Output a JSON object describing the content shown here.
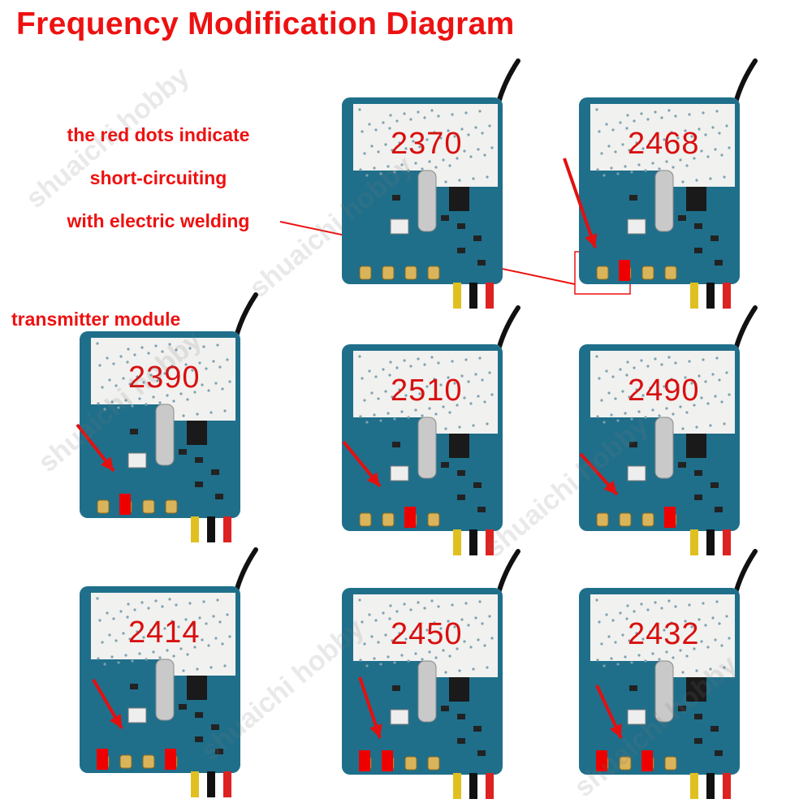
{
  "title": "Frequency Modification Diagram",
  "note": {
    "line1": "the red dots indicate",
    "line2": "short-circuiting",
    "line3": "with electric welding"
  },
  "transmitter_label": "transmitter module",
  "watermark": "shuaichi hobby",
  "colors": {
    "accent": "#ee1111",
    "pcb": "#1f6f8b",
    "shield": "#f1f1ef",
    "weld": "#ee0000"
  },
  "modules": [
    {
      "freq": "2370",
      "pads": []
    },
    {
      "freq": "2468",
      "pads": [
        "pad1"
      ]
    },
    {
      "freq": "2390",
      "pads": [
        "pad1"
      ]
    },
    {
      "freq": "2510",
      "pads": [
        "pad2"
      ]
    },
    {
      "freq": "2490",
      "pads": [
        "pad3"
      ]
    },
    {
      "freq": "2414",
      "pads": [
        "pad0",
        "pad3"
      ]
    },
    {
      "freq": "2450",
      "pads": [
        "pad0",
        "pad1"
      ]
    },
    {
      "freq": "2432",
      "pads": [
        "pad0",
        "pad2"
      ]
    }
  ]
}
